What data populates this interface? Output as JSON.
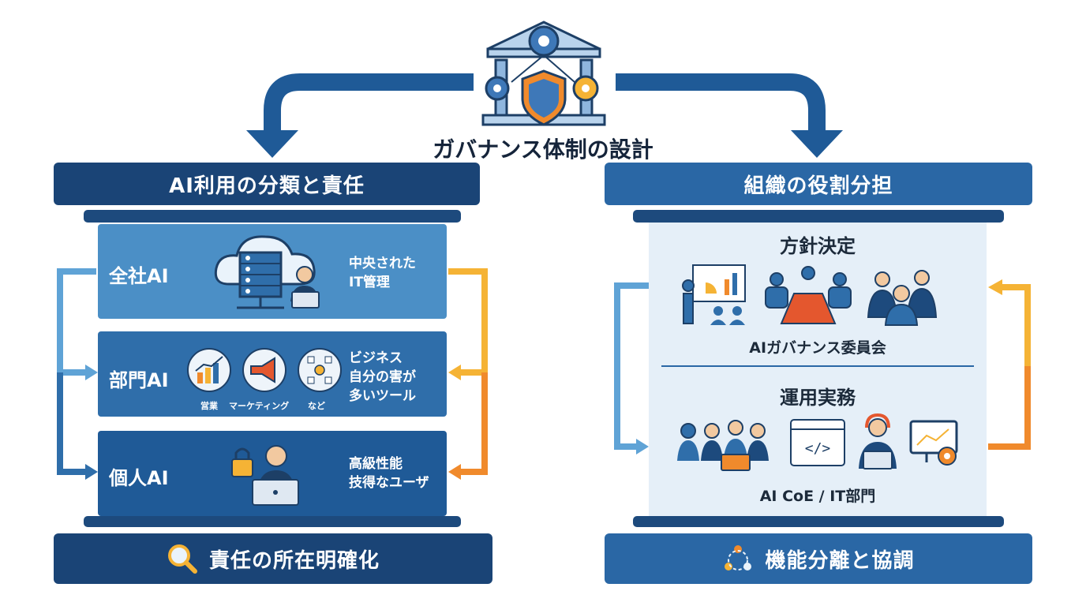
{
  "title": "ガバナンス体制の設計",
  "left": {
    "header": "AI利用の分類と責任",
    "tiers": [
      {
        "name": "全社AI",
        "desc": [
          "中央された",
          "IT管理"
        ]
      },
      {
        "name": "部門AI",
        "desc": [
          "ビジネス",
          "自分の害が",
          "多いツール"
        ],
        "icon_captions": [
          "営業",
          "マーケティング",
          "など"
        ]
      },
      {
        "name": "個人AI",
        "desc": [
          "高級性能",
          "技得なユーザ"
        ]
      }
    ],
    "footer": "責任の所在明確化"
  },
  "right": {
    "header": "組織の役割分担",
    "top_section": {
      "title": "方針決定",
      "caption": "AIガバナンス委員会"
    },
    "bottom_section": {
      "title": "運用実務",
      "caption": "AI CoE / IT部門"
    },
    "footer": "機能分離と協調"
  },
  "icons": [
    "governance-building-icon",
    "cloud-server-icon",
    "sales-chart-icon",
    "megaphone-icon",
    "network-icon",
    "lock-icon",
    "search-icon",
    "team-icon",
    "presentation-icon",
    "meeting-table-icon",
    "executives-icon",
    "code-window-icon",
    "headset-operator-icon",
    "monitor-gear-icon"
  ],
  "colors": {
    "navy": "#1d4a7d",
    "dark_blue": "#1a4476",
    "tier_top": "#4b8fc6",
    "tier_mid": "#2f6eaa",
    "tier_bot": "#1f5a97",
    "panel_bg": "#e5eff8",
    "accent_orange": "#f08a2c",
    "accent_yellow": "#f5b335",
    "light_blue_arrow": "#5fa3d6"
  }
}
